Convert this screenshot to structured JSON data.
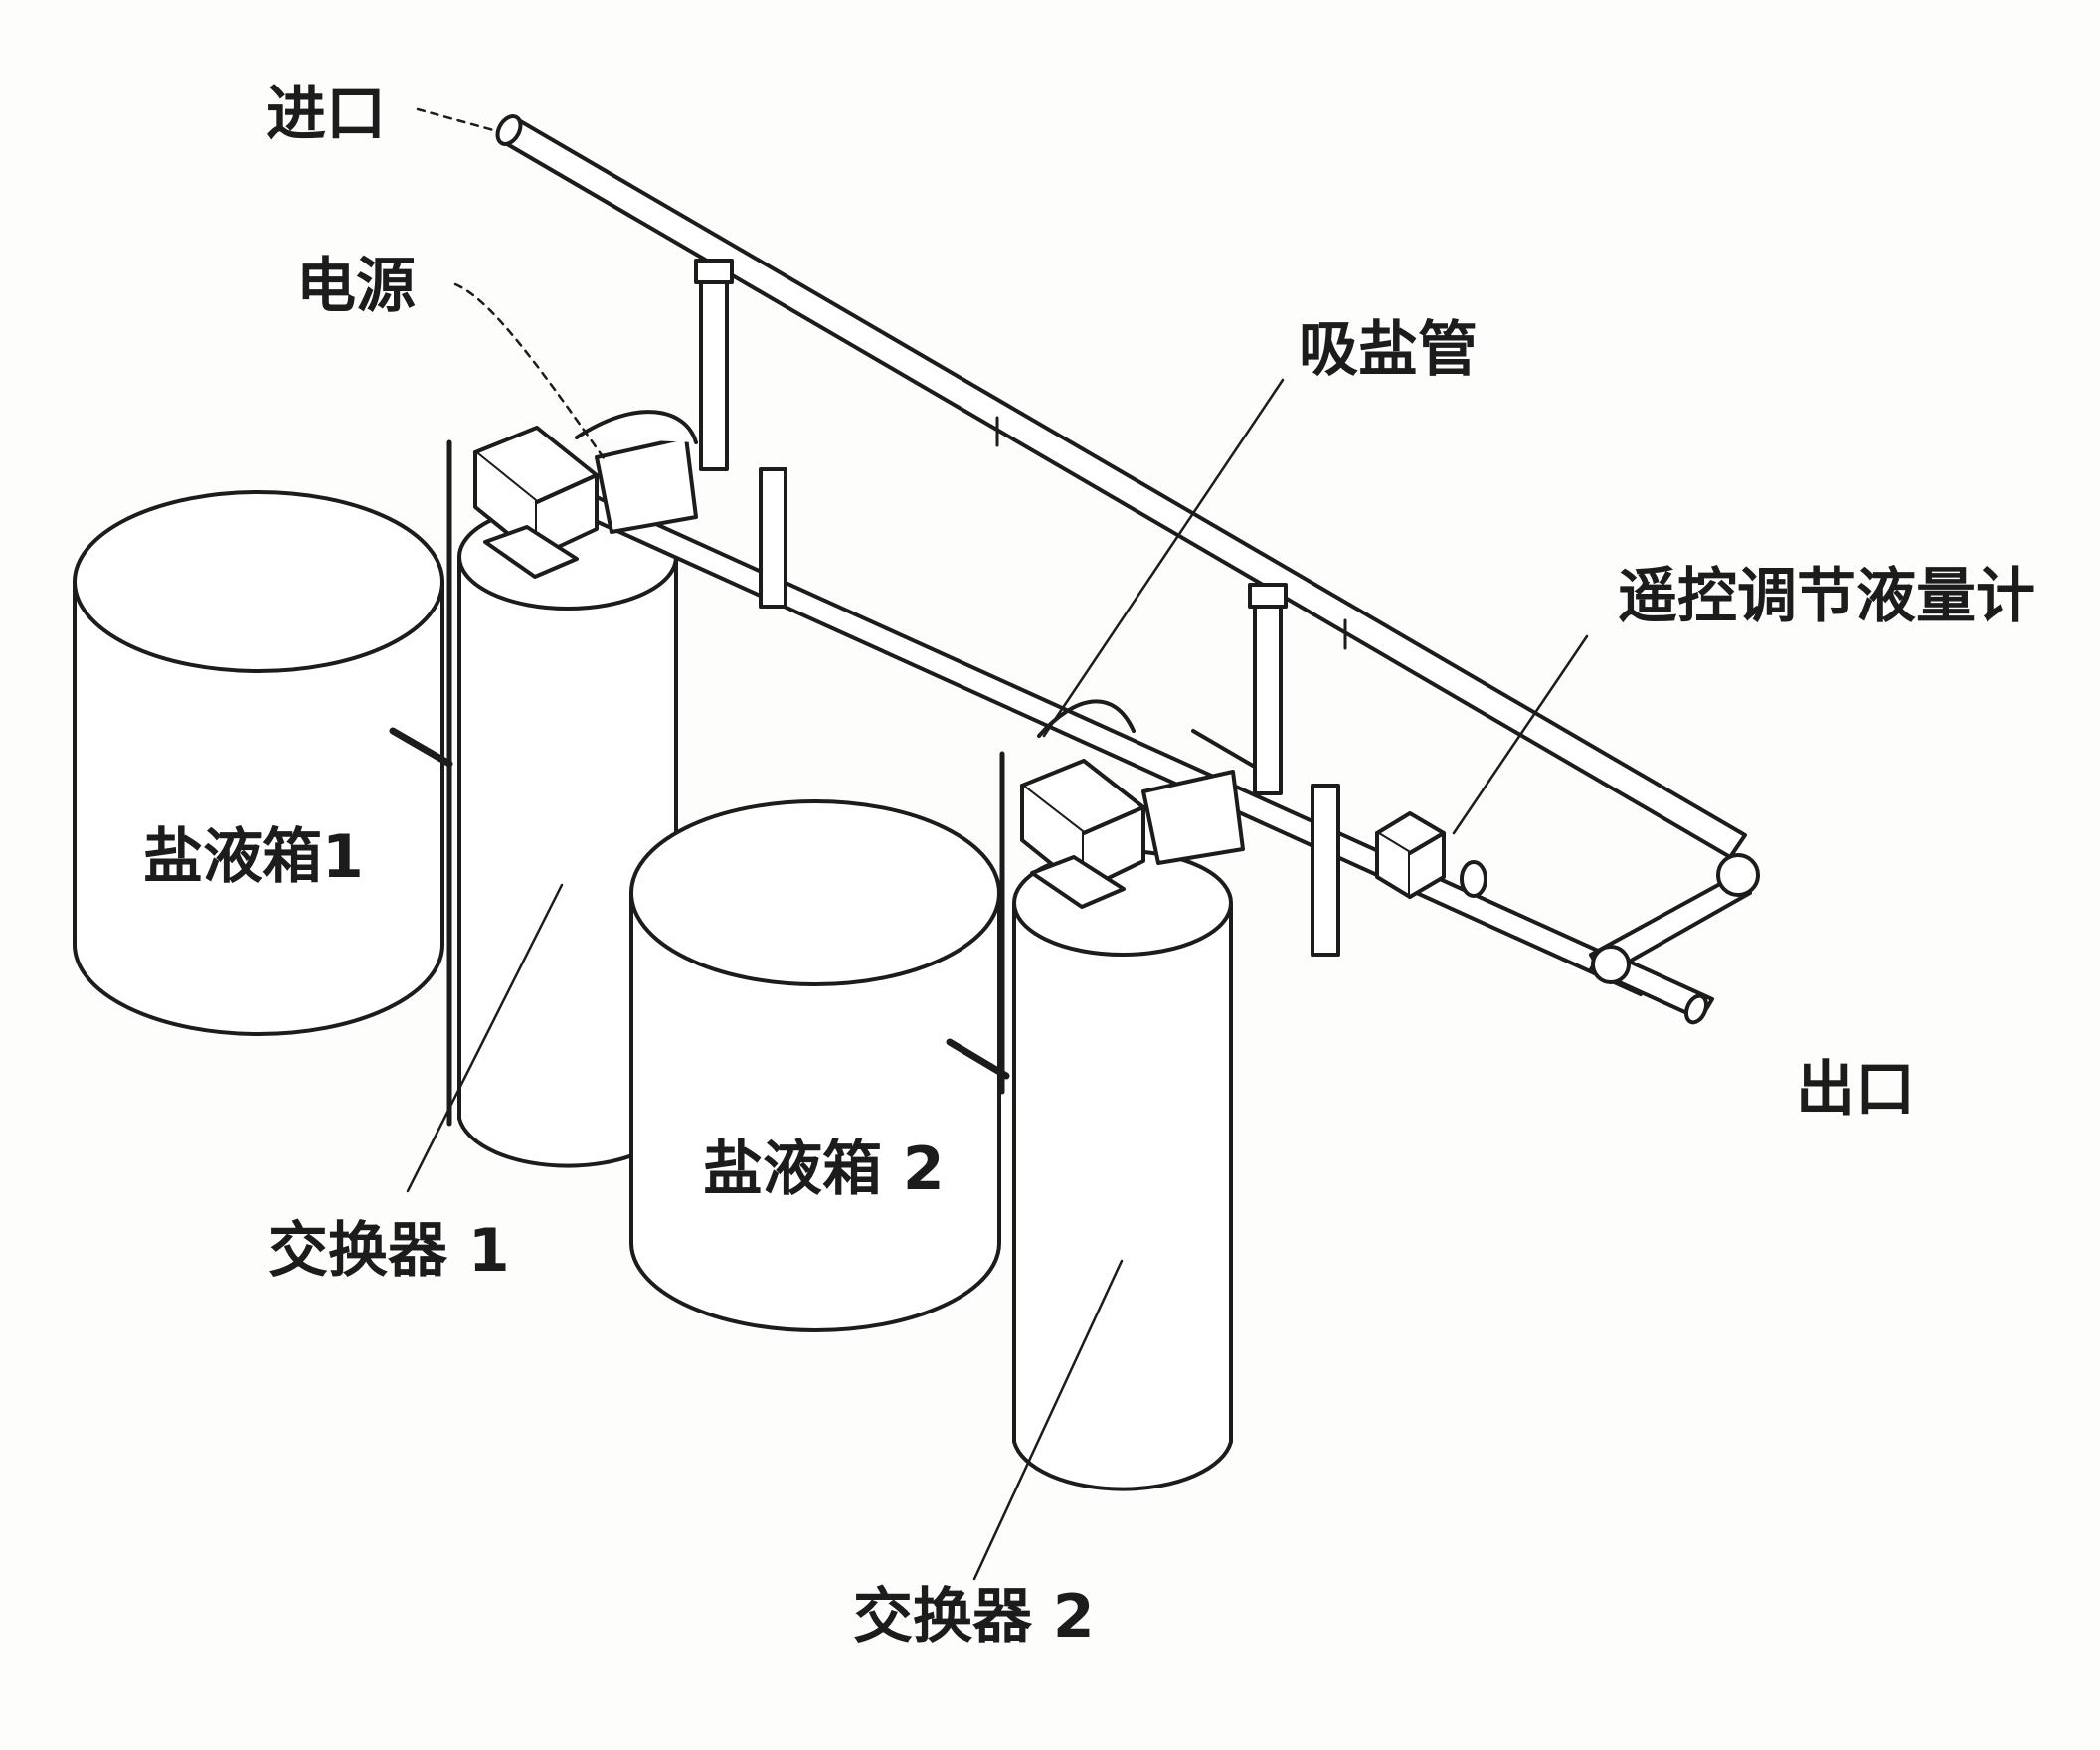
{
  "labels": {
    "inlet": "进口",
    "power": "电源",
    "brine_line": "吸盐管",
    "remote_meter": "遥控调节液量计",
    "brine_tank_1": "盐液箱1",
    "brine_tank_2": "盐液箱 2",
    "exchanger_1": "交换器 1",
    "exchanger_2": "交换器 2",
    "outlet": "出口"
  },
  "colors": {
    "ink": "#1c1c1c",
    "paper": "#fdfdfc",
    "fill": "#ffffff"
  }
}
